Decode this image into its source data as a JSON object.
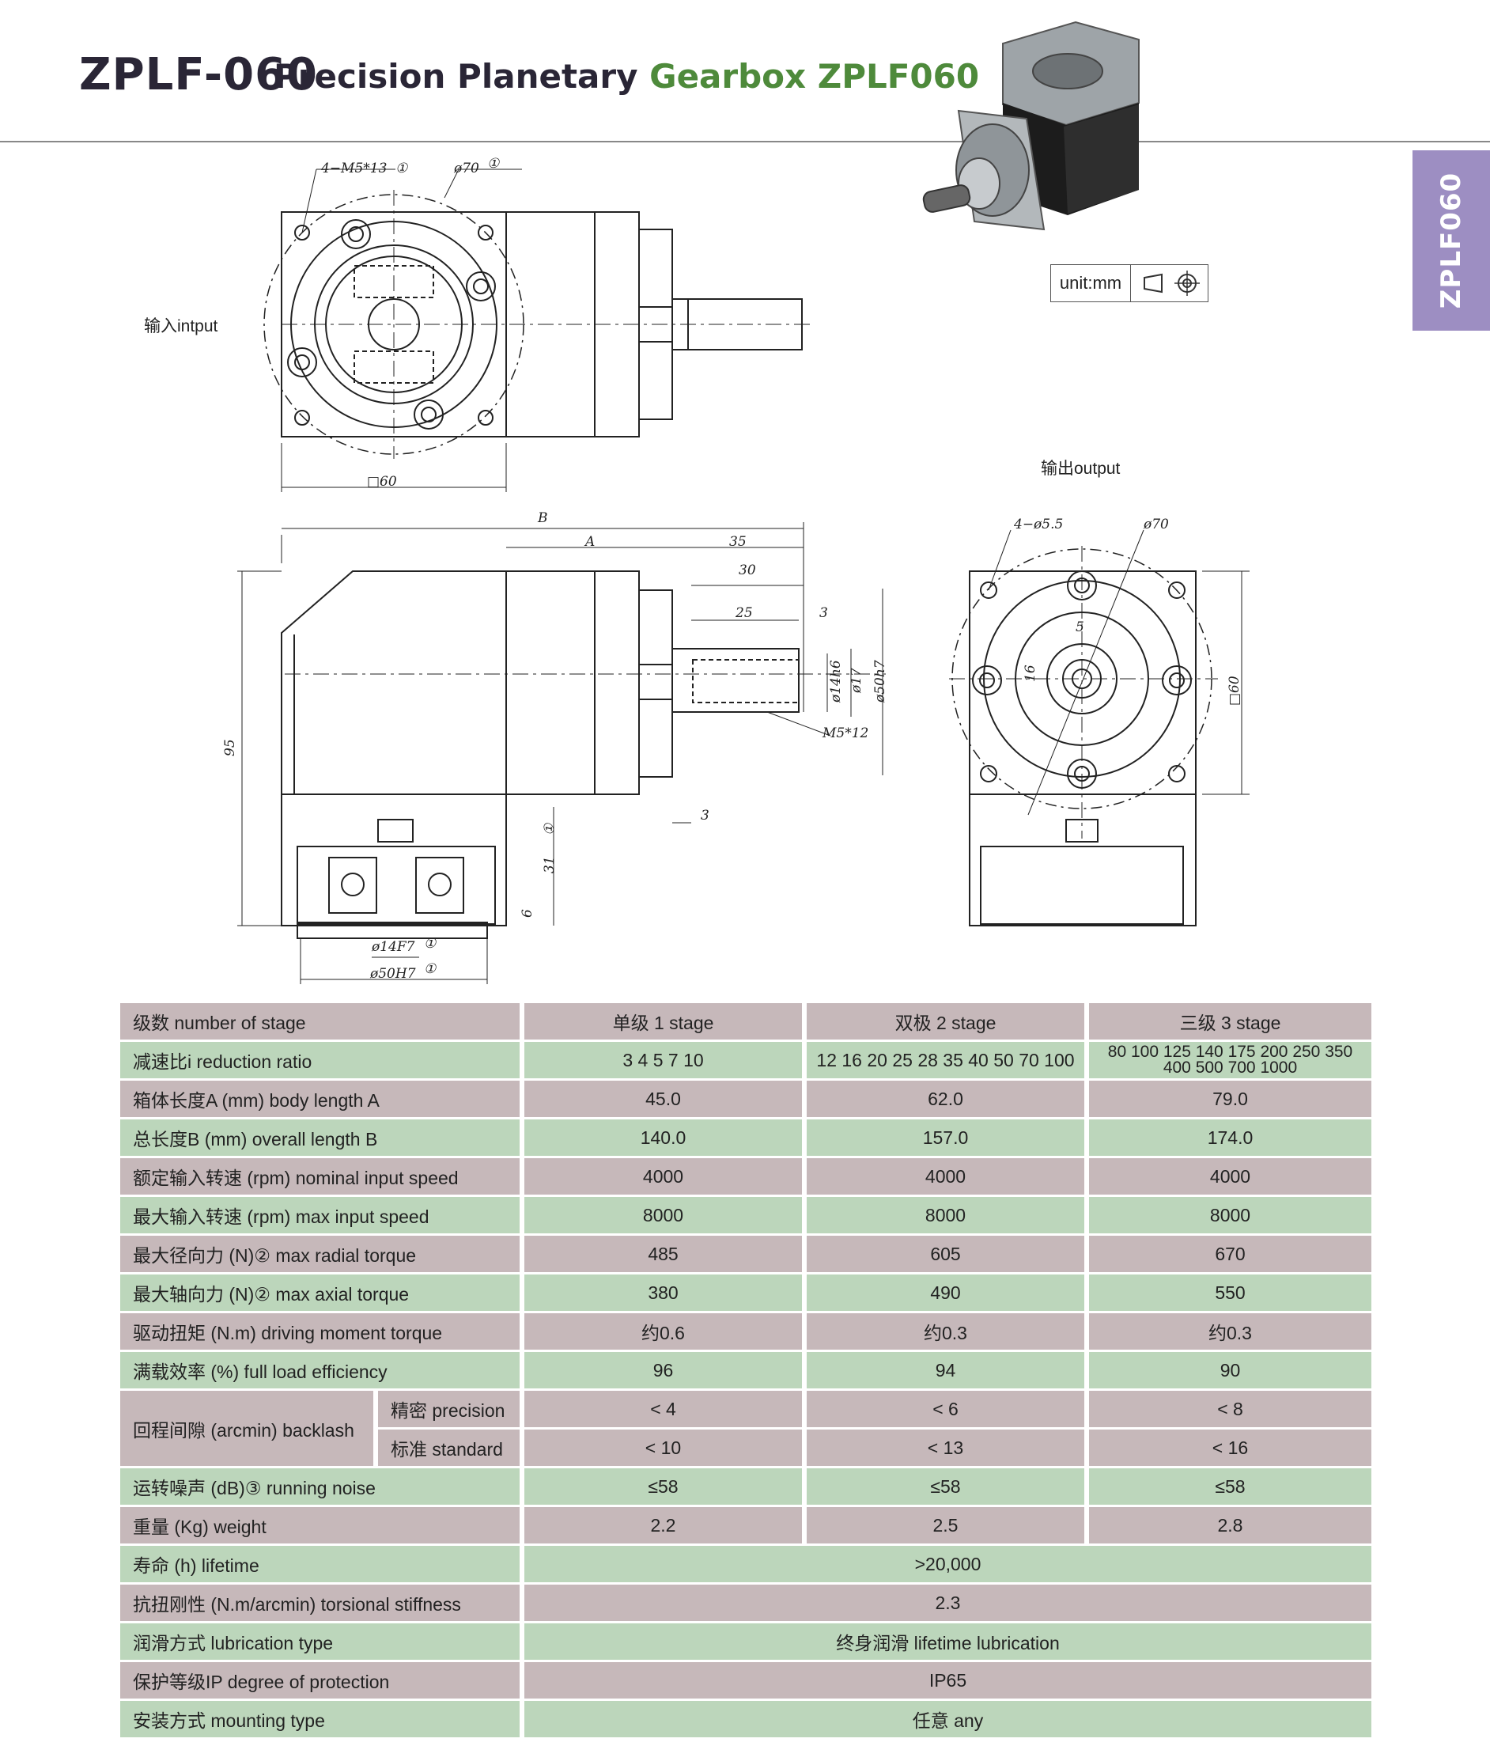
{
  "header": {
    "code": "ZPLF-060",
    "title_part1": "Precision Planetary ",
    "title_part2": "Gearbox ZPLF060"
  },
  "side_tab": "ZPLF060",
  "unit_label": "unit:mm",
  "drawing": {
    "input_label": "输入intput",
    "output_label": "输出output",
    "dims": {
      "holes_top": "4−M5*13",
      "phi70_top": "ø70",
      "sq60": "□60",
      "B": "B",
      "A": "A",
      "d35": "35",
      "d30": "30",
      "d25": "25",
      "d3a": "3",
      "d3b": "3",
      "d95": "95",
      "d31": "31",
      "d6": "6",
      "phi14h6": "ø14h6",
      "phi17": "ø17",
      "phi50h7": "ø50h7",
      "m5x12": "M5*12",
      "phi14f7": "ø14F7",
      "phi50H7": "ø50H7",
      "holes_out": "4−ø5.5",
      "phi70_out": "ø70",
      "d5": "5",
      "d16": "16",
      "sq60_out": "□60",
      "circ1": "①",
      "circ2": "①",
      "circ3": "①",
      "circ4": "①",
      "circ5": "①"
    }
  },
  "table": {
    "header": {
      "label": "级数  number of stage",
      "cols": [
        "单级   1 stage",
        "双极   2 stage",
        "三级   3 stage"
      ]
    },
    "rows": [
      {
        "label": "减速比i  reduction ratio",
        "cols": [
          "3  4  5  7  10",
          "12 16 20 25 28 35 40 50 70 100",
          "80 100 125 140 175 200 250 350 400 500 700 1000"
        ]
      },
      {
        "label": "箱体长度A (mm)  body length A",
        "cols": [
          "45.0",
          "62.0",
          "79.0"
        ]
      },
      {
        "label": "总长度B (mm)  overall length B",
        "cols": [
          "140.0",
          "157.0",
          "174.0"
        ]
      },
      {
        "label": "额定输入转速 (rpm)  nominal input speed",
        "cols": [
          "4000",
          "4000",
          "4000"
        ]
      },
      {
        "label": "最大输入转速 (rpm)   max input speed",
        "cols": [
          "8000",
          "8000",
          "8000"
        ]
      },
      {
        "label": "最大径向力 (N)②   max radial torque",
        "cols": [
          "485",
          "605",
          "670"
        ]
      },
      {
        "label": "最大轴向力 (N)②   max axial torque",
        "cols": [
          "380",
          "490",
          "550"
        ]
      },
      {
        "label": "驱动扭矩 (N.m)   driving moment torque",
        "cols": [
          "约0.6",
          "约0.3",
          "约0.3"
        ]
      },
      {
        "label": "满载效率 (%)   full load efficiency",
        "cols": [
          "96",
          "94",
          "90"
        ]
      }
    ],
    "backlash": {
      "label": "回程间隙 (arcmin)   backlash",
      "precision": {
        "label": "精密  precision",
        "cols": [
          "< 4",
          "< 6",
          "< 8"
        ]
      },
      "standard": {
        "label": "标准  standard",
        "cols": [
          "< 10",
          "< 13",
          "< 16"
        ]
      }
    },
    "rows2": [
      {
        "label": "运转噪声 (dB)③   running noise",
        "cols": [
          "≤58",
          "≤58",
          "≤58"
        ]
      },
      {
        "label": "重量 (Kg)   weight",
        "cols": [
          "2.2",
          "2.5",
          "2.8"
        ]
      }
    ],
    "span_rows": [
      {
        "label": "寿命 (h)   lifetime",
        "value": ">20,000"
      },
      {
        "label": "抗扭刚性 (N.m/arcmin)   torsional stiffness",
        "value": "2.3"
      },
      {
        "label": "润滑方式  lubrication type",
        "value": "终身润滑   lifetime lubrication"
      },
      {
        "label": "保护等级IP  degree of protection",
        "value": "IP65"
      },
      {
        "label": "安装方式  mounting type",
        "value": "任意   any"
      }
    ]
  },
  "colors": {
    "pink": "#c6b8ba",
    "green": "#bcd6bb",
    "tab": "#9d8ec2",
    "title_green": "#4e8a3b"
  }
}
